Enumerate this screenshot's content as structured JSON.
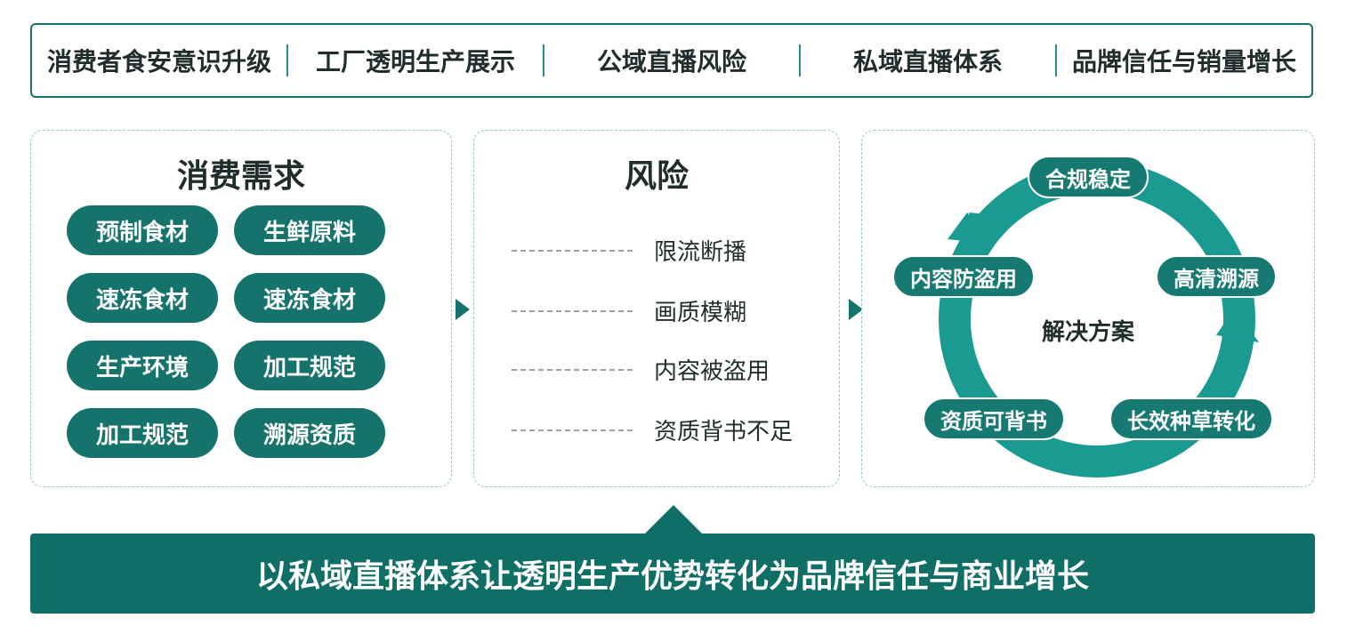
{
  "top_bar": {
    "items": [
      "消费者食安意识升级",
      "工厂透明生产展示",
      "公域直播风险",
      "私域直播体系",
      "品牌信任与销量增长"
    ]
  },
  "demand": {
    "title": "消费需求",
    "pills": [
      "预制食材",
      "生鲜原料",
      "速冻食材",
      "速冻食材",
      "生产环境",
      "加工规范",
      "加工规范",
      "溯源资质"
    ]
  },
  "risk": {
    "title": "风险",
    "items": [
      "限流断播",
      "画质模糊",
      "内容被盗用",
      "资质背书不足"
    ]
  },
  "solution": {
    "center": "解决方案",
    "nodes": [
      "合规稳定",
      "高清溯源",
      "长效种草转化",
      "资质可背书",
      "内容防盗用"
    ]
  },
  "banner": {
    "text": "以私域直播体系让透明生产优势转化为品牌信任与商业增长"
  },
  "colors": {
    "primary": "#16736c",
    "ring": "#1b9a92",
    "banner": "#0f6e66"
  }
}
